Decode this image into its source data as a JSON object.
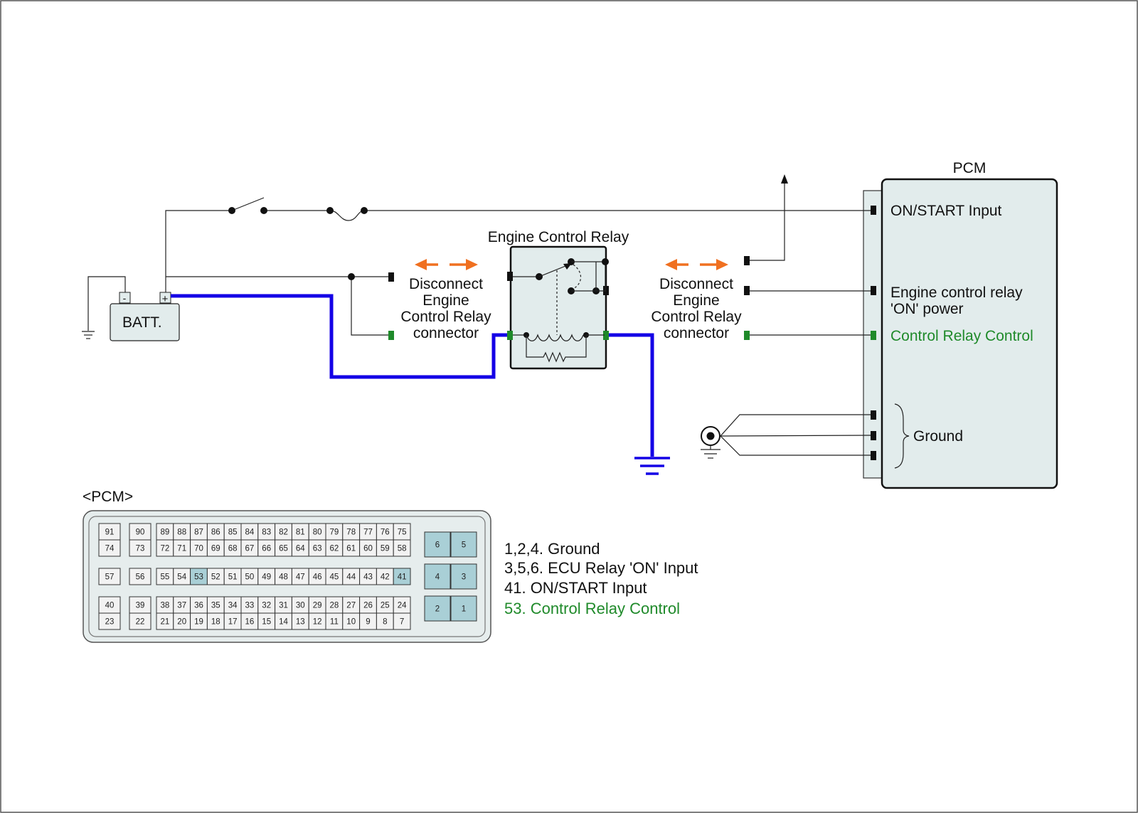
{
  "labels": {
    "pcm_title": "PCM",
    "batt": "BATT.",
    "batt_minus": "-",
    "batt_plus": "+",
    "relay_title": "Engine Control Relay",
    "disconnect_left": [
      "Disconnect",
      "Engine",
      "Control Relay",
      "connector"
    ],
    "disconnect_right": [
      "Disconnect",
      "Engine",
      "Control Relay",
      "connector"
    ],
    "pcm_on_start": "ON/START Input",
    "pcm_relay_power": [
      "Engine control relay",
      "'ON' power"
    ],
    "pcm_relay_control": "Control Relay Control",
    "pcm_ground": "Ground",
    "connector_title": "<PCM>"
  },
  "legend": [
    "1,2,4. Ground",
    "3,5,6. ECU Relay 'ON' Input",
    "41. ON/START Input",
    "53. Control Relay Control"
  ],
  "connector": {
    "row1_top": [
      "89",
      "88",
      "87",
      "86",
      "85",
      "84",
      "83",
      "82",
      "81",
      "80",
      "79",
      "78",
      "77",
      "76",
      "75"
    ],
    "row1_bottom": [
      "72",
      "71",
      "70",
      "69",
      "68",
      "67",
      "66",
      "65",
      "64",
      "63",
      "62",
      "61",
      "60",
      "59",
      "58"
    ],
    "row2": [
      "55",
      "54",
      "53",
      "52",
      "51",
      "50",
      "49",
      "48",
      "47",
      "46",
      "45",
      "44",
      "43",
      "42",
      "41"
    ],
    "row3_top": [
      "38",
      "37",
      "36",
      "35",
      "34",
      "33",
      "32",
      "31",
      "30",
      "29",
      "28",
      "27",
      "26",
      "25",
      "24"
    ],
    "row3_bottom": [
      "21",
      "20",
      "19",
      "18",
      "17",
      "16",
      "15",
      "14",
      "13",
      "12",
      "11",
      "10",
      "9",
      "8",
      "7"
    ],
    "single_a": [
      "91",
      "74",
      "57",
      "40",
      "23"
    ],
    "single_b": [
      "90",
      "73",
      "56",
      "39",
      "22"
    ],
    "power_pins": [
      "6",
      "5",
      "4",
      "3",
      "2",
      "1"
    ],
    "highlighted_pins": [
      "53",
      "41"
    ]
  },
  "colors": {
    "highlight_wire": "#1400e6",
    "control_signal": "#1f8a2a",
    "arrow": "#f07020",
    "pin_highlight": "#a9cfd6"
  }
}
